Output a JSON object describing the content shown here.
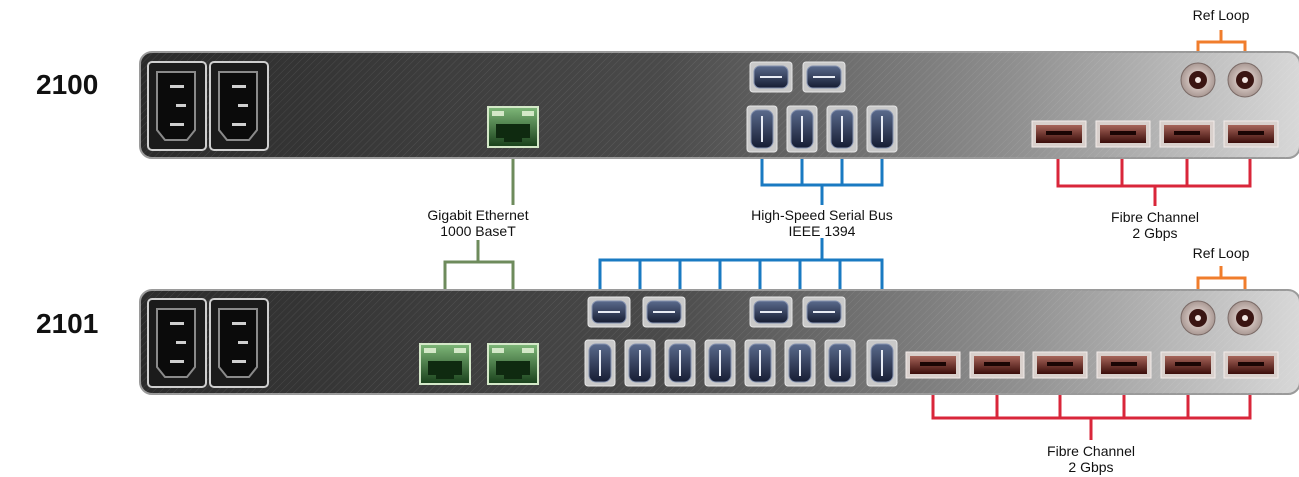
{
  "units": [
    {
      "id": "2100",
      "model": "2100",
      "gigabit_ethernet_ports": 1,
      "ieee1394_ports_horizontal": 2,
      "ieee1394_ports_vertical": 4,
      "fibre_channel_ports": 4,
      "bnc_ref_connectors": 2,
      "ref_loop_label": "Ref Loop",
      "fibre_label": [
        "Fibre Channel",
        "2 Gbps"
      ]
    },
    {
      "id": "2101",
      "model": "2101",
      "gigabit_ethernet_ports": 2,
      "ieee1394_ports_horizontal": 4,
      "ieee1394_ports_vertical": 8,
      "fibre_channel_ports": 6,
      "bnc_ref_connectors": 2,
      "ref_loop_label": "Ref Loop",
      "fibre_label": [
        "Fibre Channel",
        "2 Gbps"
      ]
    }
  ],
  "labels": {
    "ethernet": [
      "Gigabit Ethernet",
      "1000 BaseT"
    ],
    "firewire": [
      "High-Speed Serial Bus",
      "IEEE 1394"
    ]
  },
  "colors": {
    "ethernet_line": "#6e8b5c",
    "firewire_line": "#1a7ac2",
    "fibre_line": "#d9263a",
    "ref_line": "#f07d2c",
    "panel_dark": "#2e2e2e",
    "panel_light": "#cccccc"
  },
  "icons": [
    "power-inlet-icon",
    "rj45-port-icon",
    "firewire-port-icon",
    "fibre-sfp-port-icon",
    "bnc-connector-icon"
  ]
}
